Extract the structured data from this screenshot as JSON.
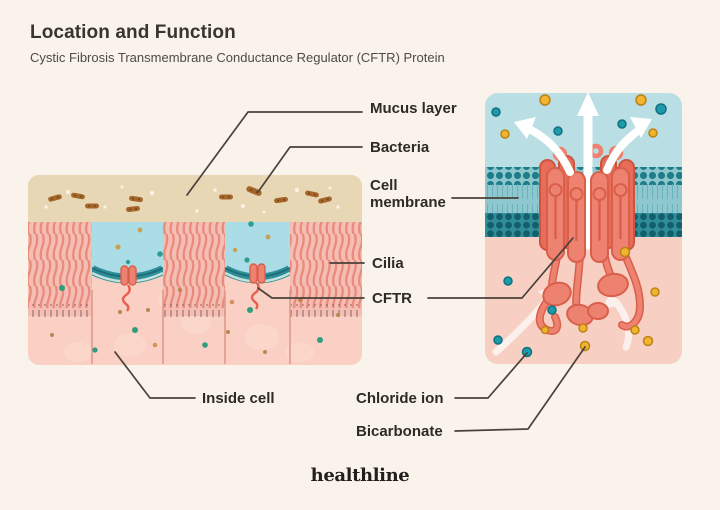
{
  "header": {
    "title": "Location and Function",
    "subtitle": "Cystic Fibrosis Transmembrane Conductance Regulator (CFTR) Protein"
  },
  "diagram": {
    "labels": {
      "mucus_layer": "Mucus layer",
      "bacteria": "Bacteria",
      "cell_membrane": "Cell membrane",
      "cilia": "Cilia",
      "cftr": "CFTR",
      "inside_cell": "Inside cell",
      "chloride_ion": "Chloride ion",
      "bicarbonate": "Bicarbonate"
    }
  },
  "branding": {
    "logo_text": "healthline"
  },
  "colors": {
    "background": "#faf3ec",
    "mucus": "#e7d7b4",
    "bacteria_brown": "#a5662b",
    "cilia_bg": "#f4beb4",
    "cilia_strand": "#ea8a7a",
    "periciliary_fluid": "#aadde6",
    "cell_body": "#f9d0c3",
    "extracellular_blue": "#b9dee3",
    "membrane_teal": "#2f8e99",
    "cftr_protein": "#ee8270",
    "cftr_outline": "#d95f4b",
    "chloride_dot": "#1f9aaa",
    "bicarbonate_dot": "#f2b42f",
    "leader_line": "#49413a"
  }
}
